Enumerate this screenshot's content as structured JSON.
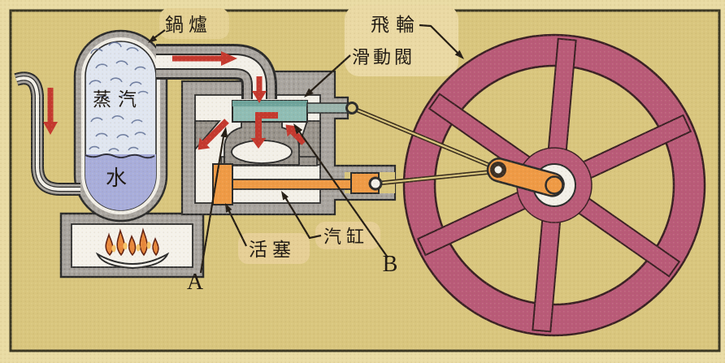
{
  "figure": {
    "labels": {
      "boiler": "鍋爐",
      "steam": "蒸汽",
      "water": "水",
      "slide_valve": "滑動閥",
      "flywheel": "飛輪",
      "piston": "活塞",
      "cylinder": "汽缸",
      "point_a": "A",
      "point_b": "B"
    },
    "colors": {
      "background": "#d9c67e",
      "margin": "#e9dba4",
      "metal_gray": "#a9a5a0",
      "flywheel_red": "#b95a78",
      "machine_orange": "#ef9a45",
      "valve_teal": "#8fbdb5",
      "steam_blue": "#e0e6f1",
      "water_blue": "#a8addb",
      "arrow_red": "#c4382e",
      "flame_orange": "#e8883c"
    }
  }
}
